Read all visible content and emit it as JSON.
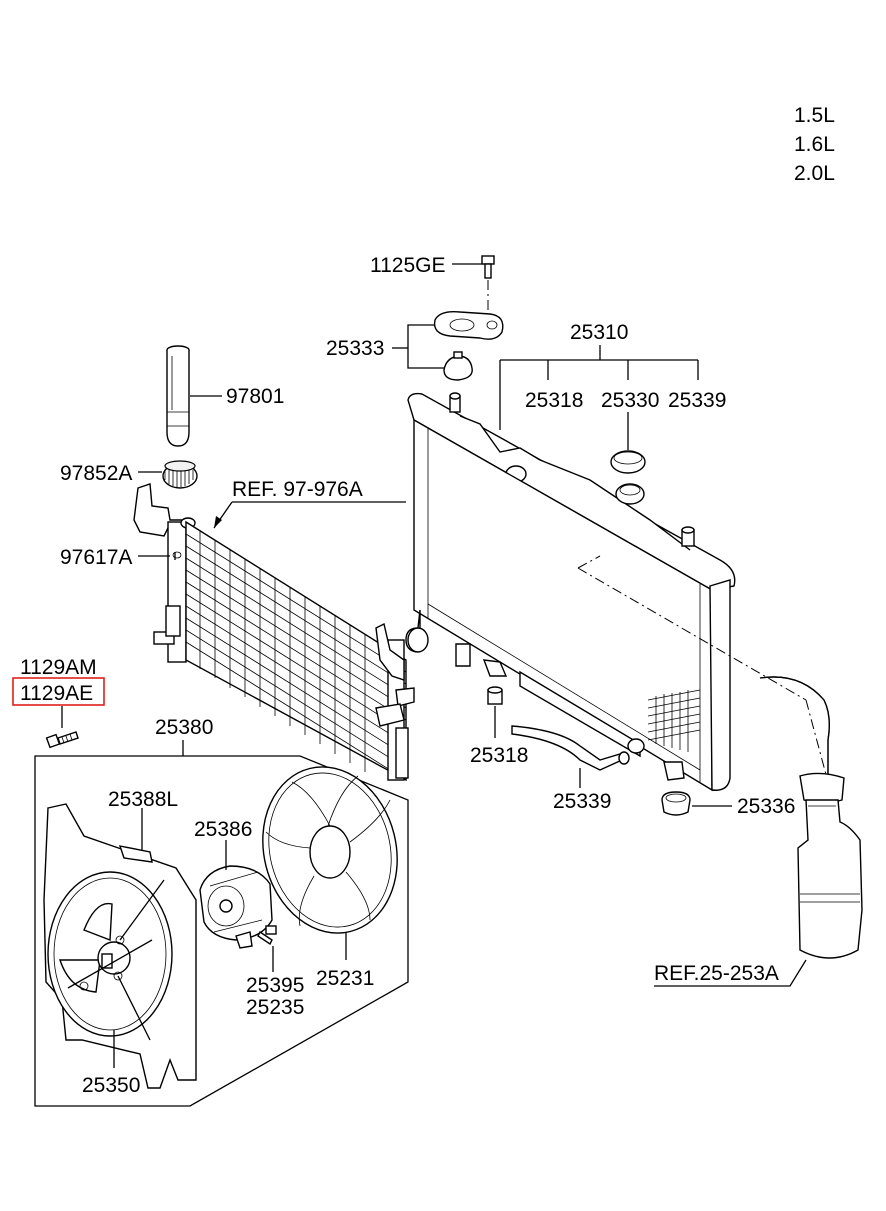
{
  "engine_options": [
    "1.5L",
    "1.6L",
    "2.0L"
  ],
  "callouts": {
    "p1125GE": "1125GE",
    "p25333": "25333",
    "p25310": "25310",
    "p25318_top": "25318",
    "p25330": "25330",
    "p25339_top": "25339",
    "p97801": "97801",
    "p97852A": "97852A",
    "ref_97976A": "REF. 97-976A",
    "p97617A": "97617A",
    "p1129AM": "1129AM",
    "p1129AE": "1129AE",
    "p25380": "25380",
    "p25318_bottom": "25318",
    "p25339_bottom": "25339",
    "p25336": "25336",
    "p25388L": "25388L",
    "p25386": "25386",
    "p25395": "25395",
    "p25235": "25235",
    "p25231": "25231",
    "p25350": "25350",
    "ref_25253A": "REF.25-253A"
  },
  "colors": {
    "line": "#000000",
    "highlight_box": "#e0201c",
    "background": "#ffffff"
  }
}
